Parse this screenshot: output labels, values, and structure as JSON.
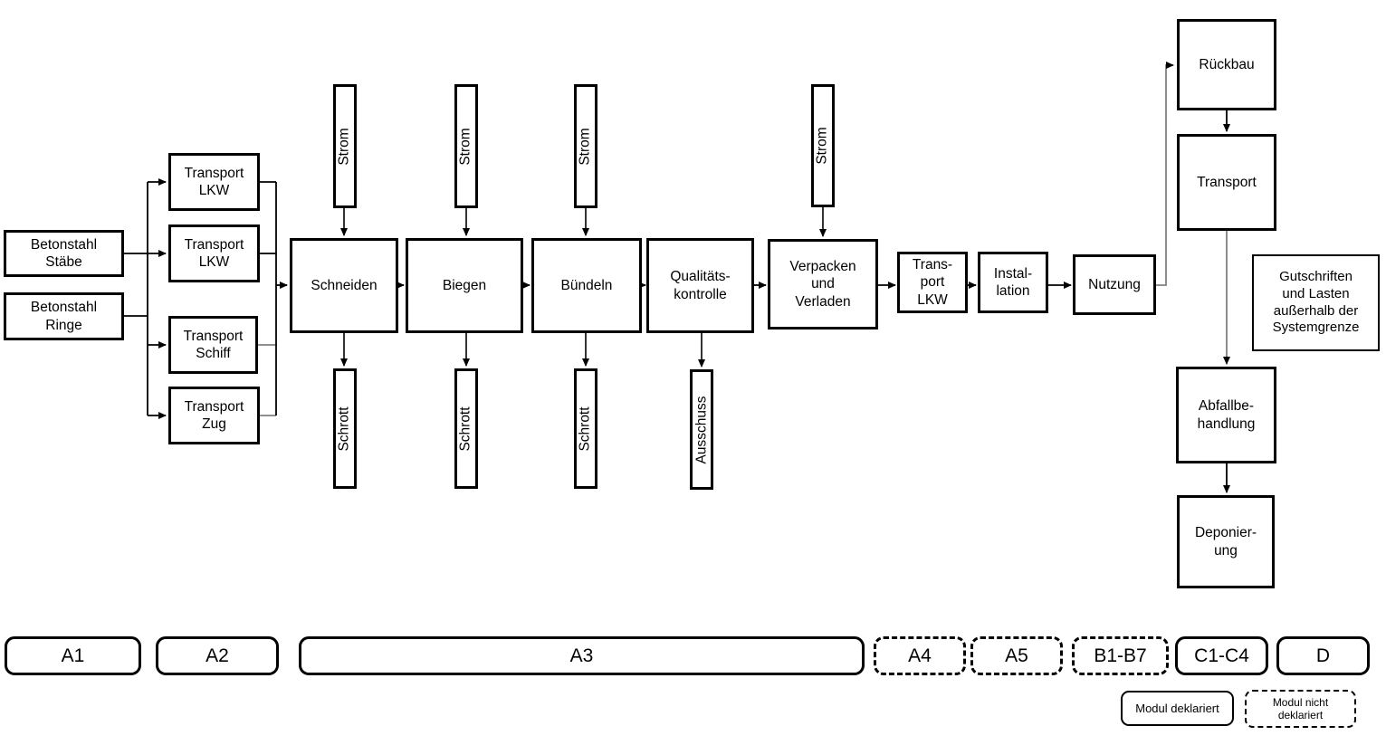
{
  "flow": {
    "sources": {
      "staebe": "Betonstahl\nStäbe",
      "ringe": "Betonstahl\nRinge"
    },
    "transports": {
      "lkw1": "Transport\nLKW",
      "lkw2": "Transport\nLKW",
      "schiff": "Transport\nSchiff",
      "zug": "Transport\nZug"
    },
    "inputs": {
      "strom": "Strom"
    },
    "outputs": {
      "schrott": "Schrott",
      "ausschuss": "Ausschuss"
    },
    "processes": {
      "schneiden": "Schneiden",
      "biegen": "Biegen",
      "buendeln": "Bündeln",
      "qualitaet": "Qualitäts-\nkontrolle",
      "verpacken": "Verpacken\nund\nVerladen",
      "translkw": "Trans-\nport\nLKW",
      "installation": "Instal-\nlation",
      "nutzung": "Nutzung"
    },
    "eol": {
      "rueckbau": "Rückbau",
      "transport": "Transport",
      "gutschriften": "Gutschriften\nund Lasten\naußerhalb der\nSystemgrenze",
      "abfall": "Abfallbe-\nhandlung",
      "deponie": "Deponier-\nung"
    }
  },
  "modules": {
    "a1": "A1",
    "a2": "A2",
    "a3": "A3",
    "a4": "A4",
    "a5": "A5",
    "b": "B1-B7",
    "c": "C1-C4",
    "d": "D"
  },
  "legend": {
    "declared": "Modul deklariert",
    "not_declared": "Modul nicht\ndeklariert"
  },
  "colors": {
    "line": "#000000",
    "gray_line": "#808080",
    "box_border": "#000000"
  }
}
